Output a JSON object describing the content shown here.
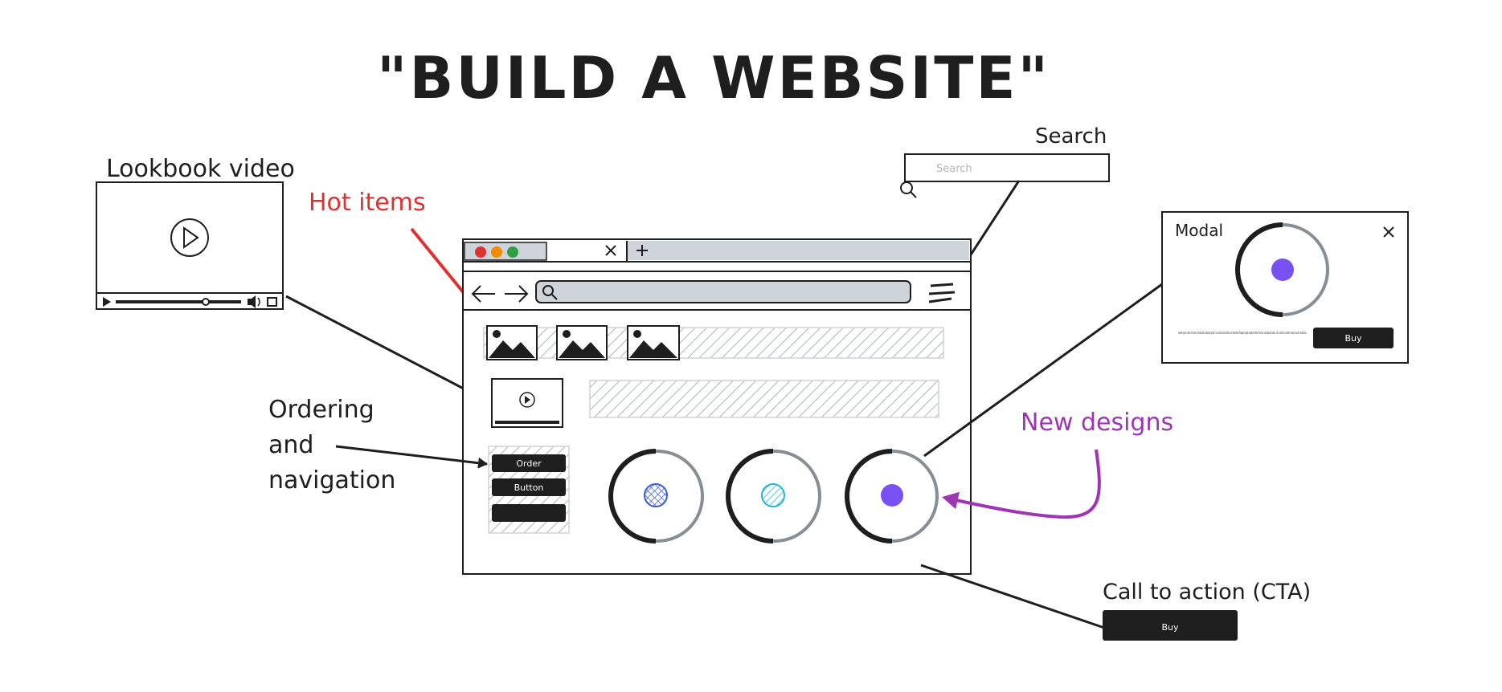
{
  "title": "\"BUILD A WEBSITE\"",
  "labels": {
    "lookbook": "Lookbook video",
    "hot_items": "Hot items",
    "search": "Search",
    "search_placeholder": "Search",
    "modal": "Modal",
    "modal_close": "×",
    "modal_buy": "Buy",
    "modal_body": "Lorem ipsum dolor sit amet, consectetur adipiscing elit. In iaculis lacinia tellus vel euismod. Aliquam eget volutpat libero. Sed an consequat massa. Ut eu tortor convallis mauris auctor maximus.",
    "ordering_line1": "Ordering",
    "ordering_line2": "and",
    "ordering_line3": "navigation",
    "new_designs": "New designs",
    "cta": "Call to action (CTA)",
    "cta_buy": "Buy",
    "order_btn": "Order",
    "button_btn": "Button"
  },
  "colors": {
    "ink": "#1e1e1e",
    "red": "#e03131",
    "purple": "#9c36b5",
    "violet": "#7950f2",
    "blue": "#3b5bdb",
    "cyan": "#22b8cf",
    "traffic_red": "#e03131",
    "traffic_orange": "#f08c00",
    "traffic_green": "#2f9e44",
    "browser_bar": "#ced4da",
    "hatch": "#adb5bd"
  },
  "icons": [
    "play-icon",
    "search-icon",
    "hamburger-icon",
    "close-icon",
    "image-icon",
    "volume-icon"
  ]
}
